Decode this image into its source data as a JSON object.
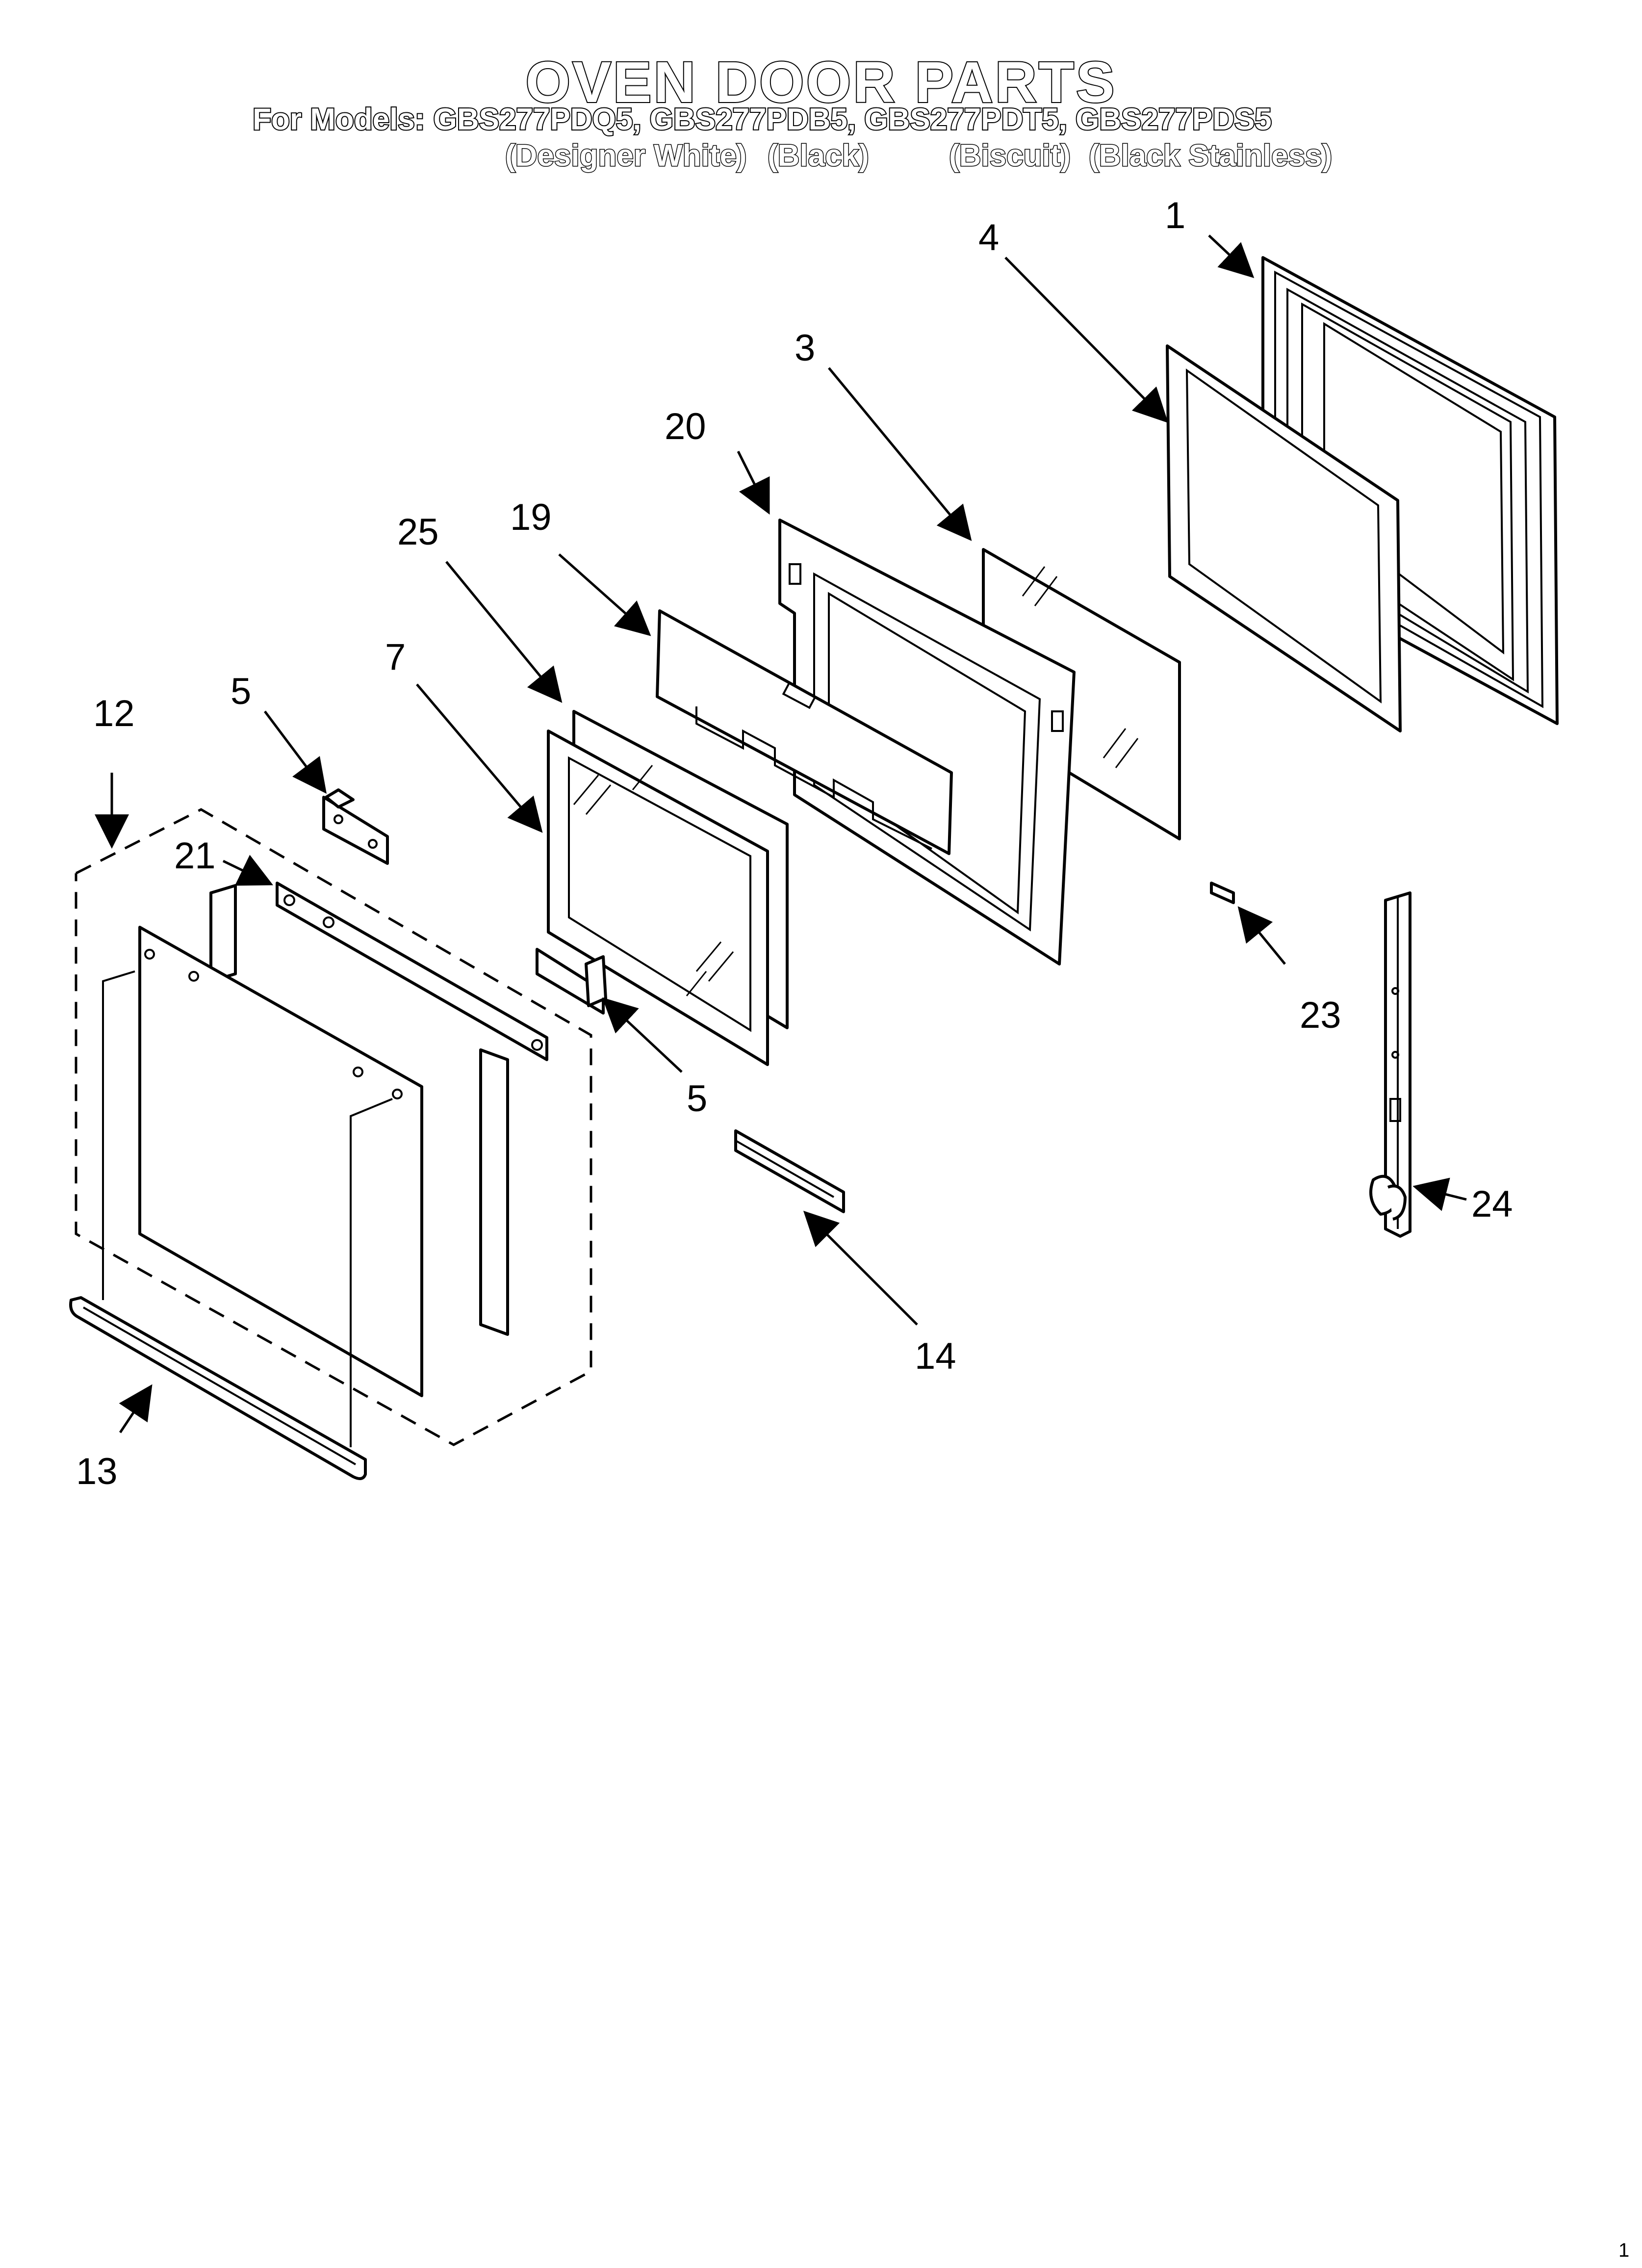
{
  "title": "OVEN DOOR PARTS",
  "models_line": "For Models: GBS277PDQ5, GBS277PDB5, GBS277PDT5, GBS277PDS5",
  "finishes": [
    "(Designer White)",
    "(Black)",
    "(Biscuit)",
    "(Black Stainless)"
  ],
  "callouts": {
    "c1": "1",
    "c3": "3",
    "c4": "4",
    "c5a": "5",
    "c5b": "5",
    "c7": "7",
    "c12": "12",
    "c13": "13",
    "c14": "14",
    "c19": "19",
    "c20": "20",
    "c21": "21",
    "c23": "23",
    "c24": "24",
    "c25": "25"
  },
  "footer_number": "1"
}
